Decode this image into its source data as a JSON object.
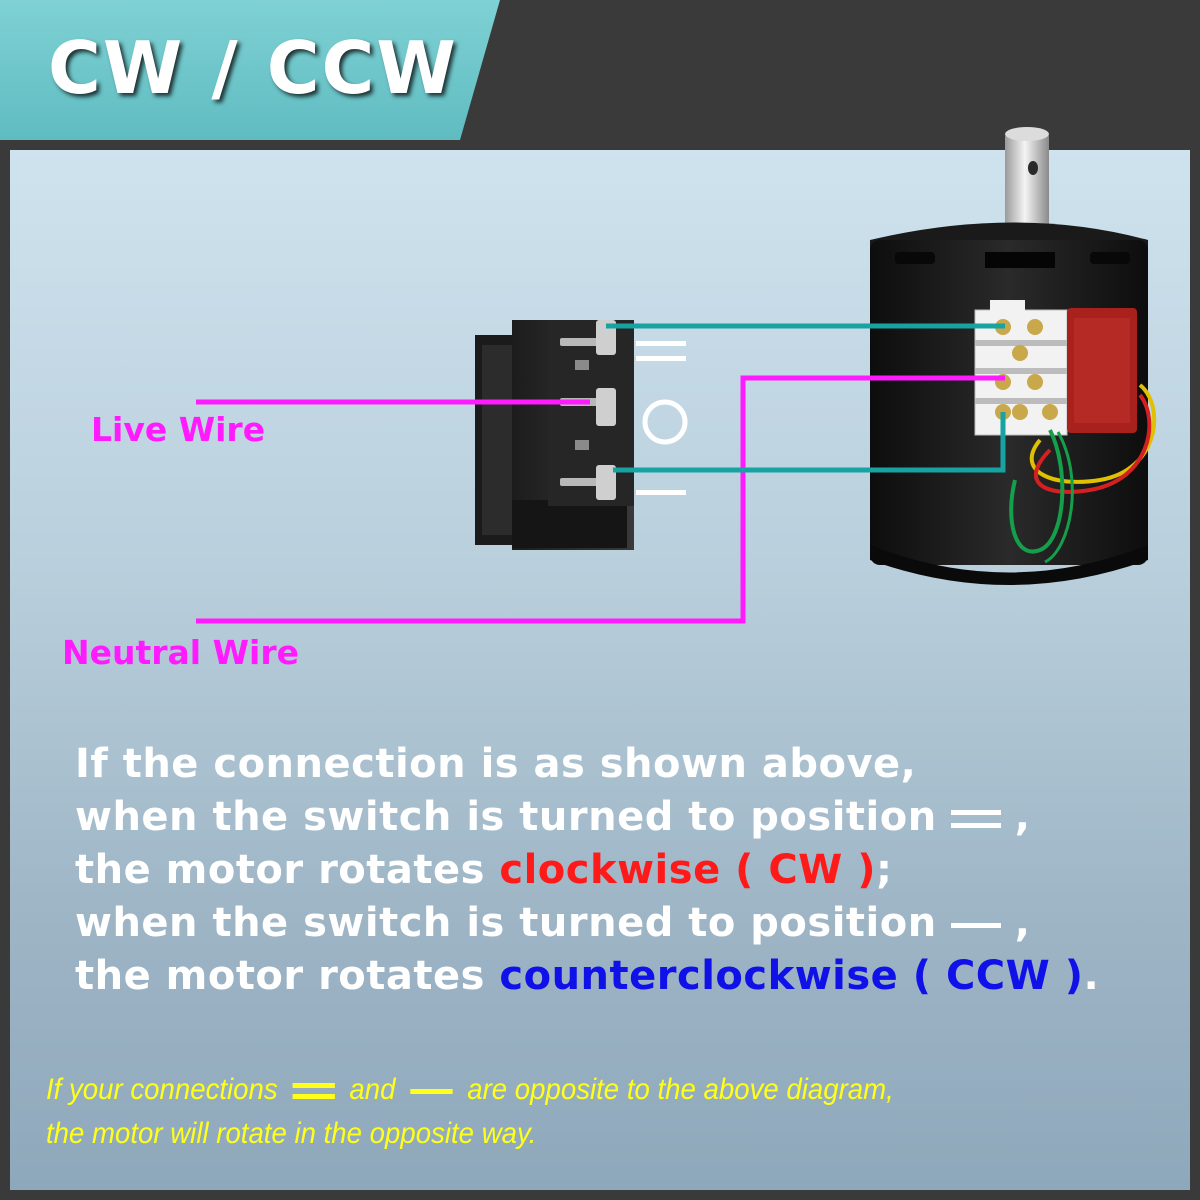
{
  "title": "CW / CCW",
  "labels": {
    "live_wire": "Live Wire",
    "neutral_wire": "Neutral Wire"
  },
  "description": {
    "line1": "If the connection is as shown above,",
    "line2_prefix": "when the switch is turned to position",
    "line2_suffix": ",",
    "line3_prefix": "the motor rotates ",
    "line3_highlight": "clockwise ( CW )",
    "line3_suffix": ";",
    "line4_prefix": "when the switch is turned to position",
    "line4_suffix": ",",
    "line5_prefix": "the motor rotates ",
    "line5_highlight": "counterclockwise ( CCW )",
    "line5_suffix": "."
  },
  "note": {
    "line1_prefix": "If your connections",
    "line1_mid": "and",
    "line1_suffix": "are opposite to the above diagram,",
    "line2": "the motor will rotate in the opposite way."
  },
  "colors": {
    "title_tab": "#6fc7cb",
    "wire_magenta": "#ff1aff",
    "wire_teal": "#17a3a1",
    "cw_red": "#ff1a1a",
    "ccw_blue": "#1010e8",
    "note_yellow": "#ffff1a"
  }
}
